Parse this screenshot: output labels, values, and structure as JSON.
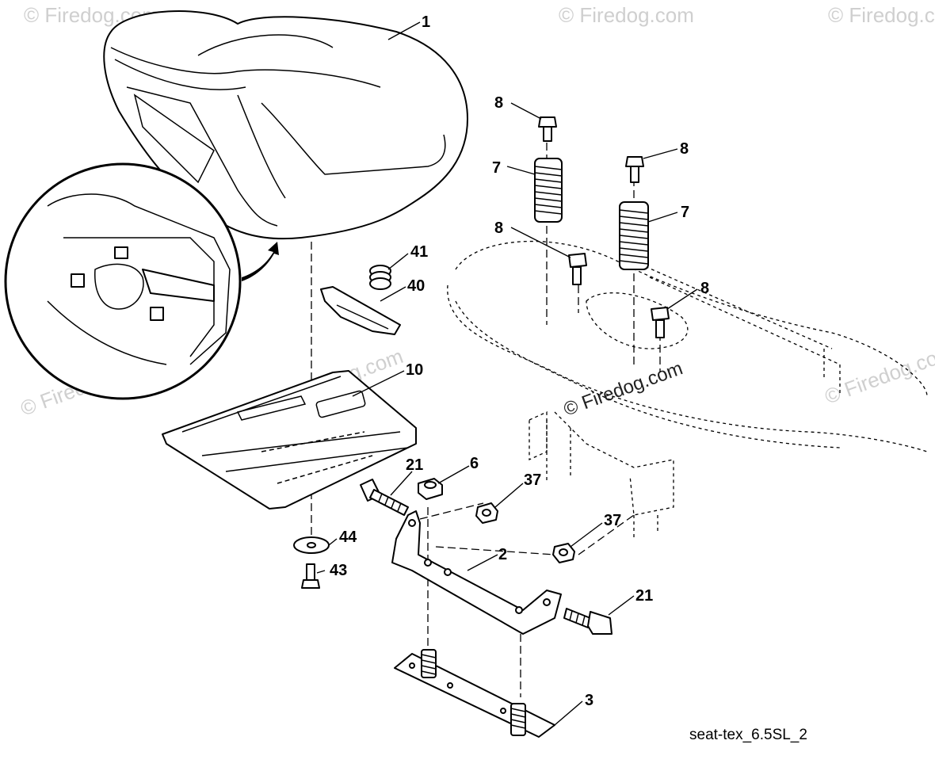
{
  "diagram": {
    "caption": "seat-tex_6.5SL_2",
    "watermark_text": "© Firedog.com",
    "watermark_center": "© Firedog.com",
    "callouts": {
      "seat": "1",
      "bracket": "2",
      "base_plate": "3",
      "nut_6": "6",
      "spring_left": "7",
      "spring_right": "7",
      "bolt_top_left": "8",
      "bolt_top_right": "8",
      "bolt_mid_left": "8",
      "bolt_mid_right": "8",
      "seat_pan": "10",
      "bolt_21_left": "21",
      "bolt_21_right": "21",
      "nut_37_top": "37",
      "nut_37_bottom": "37",
      "clip_40": "40",
      "spring_41": "41",
      "screw_43": "43",
      "washer_44": "44"
    }
  }
}
